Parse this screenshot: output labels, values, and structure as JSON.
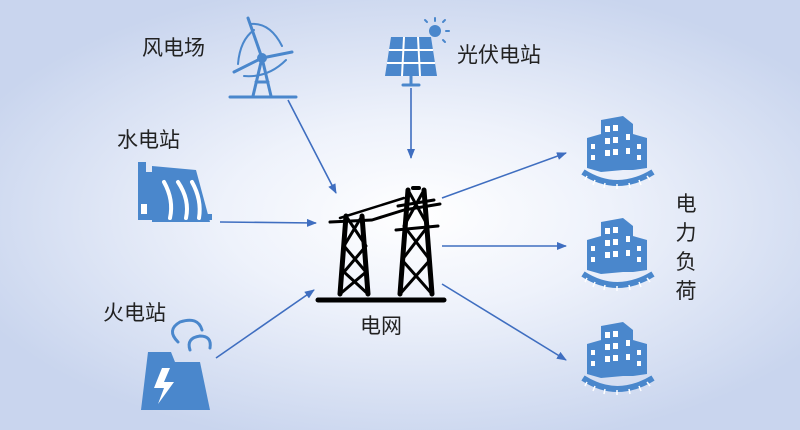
{
  "sources": {
    "wind": {
      "label": "风电场",
      "icon": "wind-turbine-icon"
    },
    "solar": {
      "label": "光伏电站",
      "icon": "solar-panel-icon"
    },
    "hydro": {
      "label": "水电站",
      "icon": "hydro-dam-icon"
    },
    "thermal": {
      "label": "火电站",
      "icon": "power-plant-icon"
    }
  },
  "grid": {
    "label": "电网",
    "icon": "transmission-tower-icon"
  },
  "loads": {
    "label": "电力负荷",
    "icon": "building-icon"
  },
  "colors": {
    "icon_blue": "#4a87cc",
    "arrow_blue": "#3f6ec0",
    "tower_black": "#000000"
  }
}
